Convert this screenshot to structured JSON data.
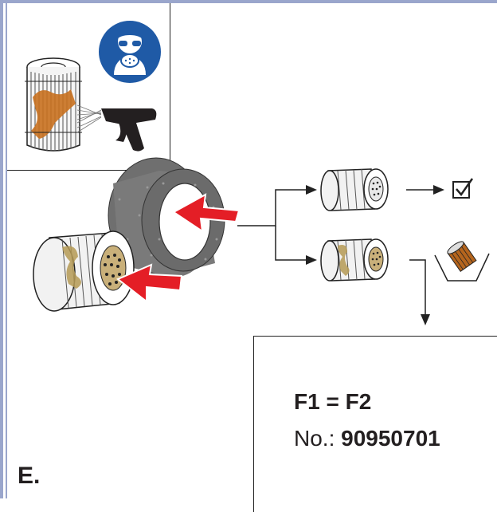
{
  "step": {
    "label": "E."
  },
  "spec": {
    "formula": "F1 = F2",
    "part_prefix": "No.: ",
    "part_number": "90950701"
  },
  "icons": {
    "ppe": "respirator-mask-icon",
    "tool": "air-blow-gun-icon",
    "ok": "checkmark-box-icon",
    "discard": "disposal-bin-icon"
  },
  "colors": {
    "frame": "#9aa6cc",
    "ppe_blue": "#1f5aa6",
    "arrow_red": "#e41e26",
    "dirt": "#c8701e",
    "dirt_light": "#b59a55"
  }
}
